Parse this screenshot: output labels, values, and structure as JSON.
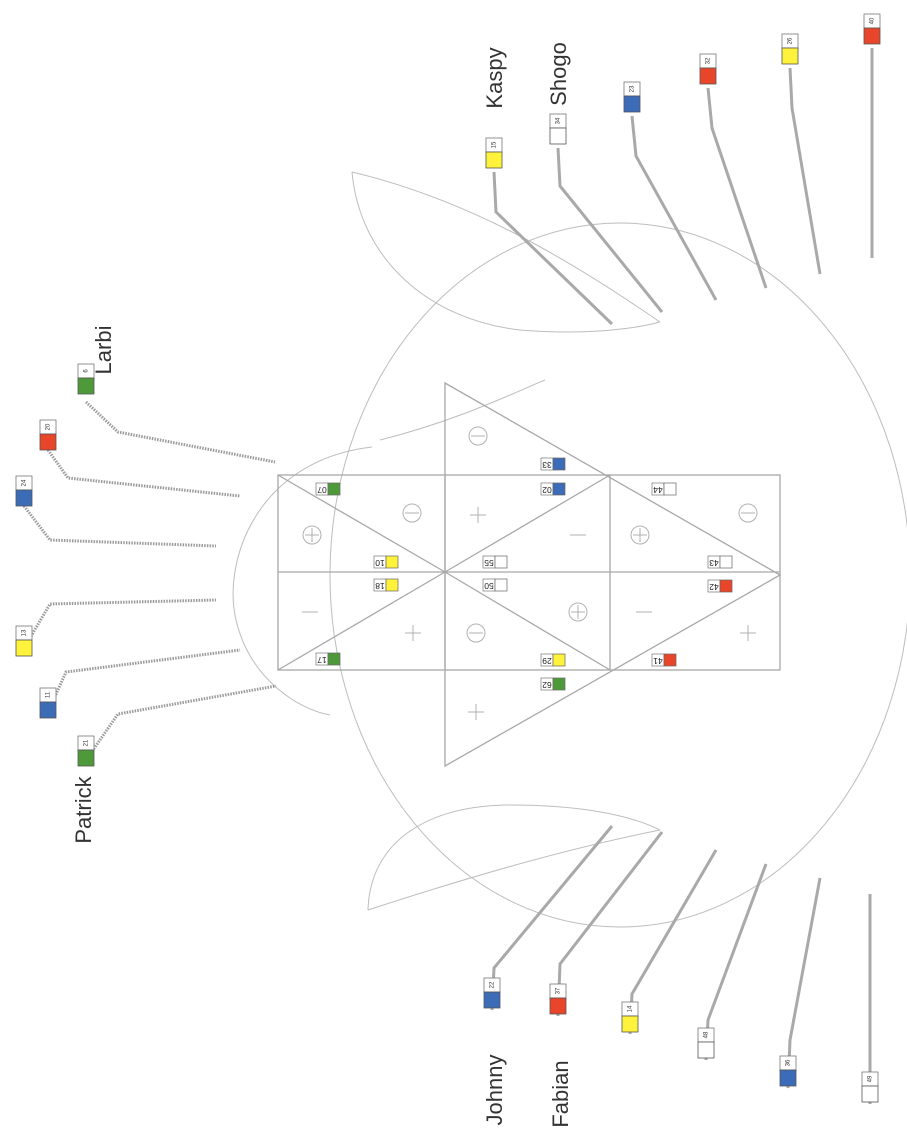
{
  "colors": {
    "green": "#4e9a3a",
    "red": "#e8452a",
    "blue": "#3c6bb7",
    "yellow": "#fff23a",
    "white": "#ffffff"
  },
  "names": {
    "larbi": "Larbi",
    "patrick": "Patrick",
    "kaspy": "Kaspy",
    "shogo": "Shogo",
    "johnny": "Johnny",
    "fabian": "Fabian"
  },
  "tags": {
    "larbi": {
      "number": "6",
      "color": "green"
    },
    "t20": {
      "number": "20",
      "color": "red"
    },
    "t24": {
      "number": "24",
      "color": "blue"
    },
    "t13": {
      "number": "13",
      "color": "yellow"
    },
    "t11": {
      "number": "11",
      "color": "blue"
    },
    "patrick": {
      "number": "21",
      "color": "green"
    },
    "kaspy": {
      "number": "15",
      "color": "yellow"
    },
    "shogo": {
      "number": "34",
      "color": "white"
    },
    "t23": {
      "number": "23",
      "color": "blue"
    },
    "t32": {
      "number": "32",
      "color": "red"
    },
    "t26": {
      "number": "26",
      "color": "yellow"
    },
    "t40": {
      "number": "40",
      "color": "red"
    },
    "johnny": {
      "number": "22",
      "color": "blue"
    },
    "fabian": {
      "number": "37",
      "color": "red"
    },
    "t14": {
      "number": "14",
      "color": "yellow"
    },
    "t48": {
      "number": "48",
      "color": "white"
    },
    "t36": {
      "number": "36",
      "color": "blue"
    },
    "t49": {
      "number": "49",
      "color": "white"
    }
  },
  "inner_labels": {
    "n33": {
      "number": "33",
      "color": "blue"
    },
    "n02": {
      "number": "02",
      "color": "blue"
    },
    "n44": {
      "number": "44",
      "color": "white"
    },
    "n55": {
      "number": "55",
      "color": "white"
    },
    "n50": {
      "number": "50",
      "color": "white"
    },
    "n43": {
      "number": "43",
      "color": "white"
    },
    "n42": {
      "number": "42",
      "color": "red"
    },
    "n29": {
      "number": "29",
      "color": "yellow"
    },
    "n62": {
      "number": "62",
      "color": "green"
    },
    "n41": {
      "number": "41",
      "color": "red"
    },
    "n10": {
      "number": "10",
      "color": "yellow"
    },
    "n18": {
      "number": "18",
      "color": "yellow"
    },
    "n07": {
      "number": "07",
      "color": "green"
    },
    "n17": {
      "number": "17",
      "color": "green"
    }
  }
}
